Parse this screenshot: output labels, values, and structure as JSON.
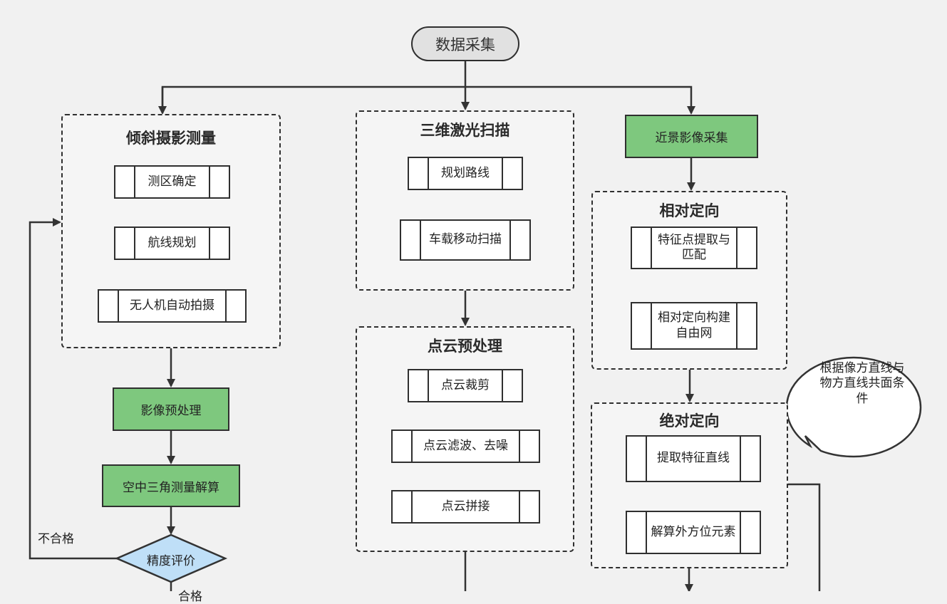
{
  "start": "数据采集",
  "groups": {
    "oblique": {
      "title": "倾斜摄影测量",
      "steps": [
        "测区确定",
        "航线规划",
        "无人机自动拍摄"
      ]
    },
    "laser": {
      "title": "三维激光扫描",
      "steps": [
        "规划路线",
        "车载移动扫描"
      ]
    },
    "pointcloud": {
      "title": "点云预处理",
      "steps": [
        "点云裁剪",
        "点云滤波、去噪",
        "点云拼接"
      ]
    },
    "relative": {
      "title": "相对定向",
      "steps": [
        "特征点提取与匹配",
        "相对定向构建自由网"
      ]
    },
    "absolute": {
      "title": "绝对定向",
      "steps": [
        "提取特征直线",
        "解算外方位元素"
      ]
    }
  },
  "green_boxes": {
    "closeup": "近景影像采集",
    "preprocess": "影像预处理",
    "triangulation": "空中三角测量解算"
  },
  "decision": "精度评价",
  "labels": {
    "fail": "不合格",
    "pass": "合格"
  },
  "callout": "根据像方直线与物方直线共面条件",
  "colors": {
    "green": "#7ec87e",
    "decision": "#bfdff7",
    "start": "#e1e1e1"
  }
}
